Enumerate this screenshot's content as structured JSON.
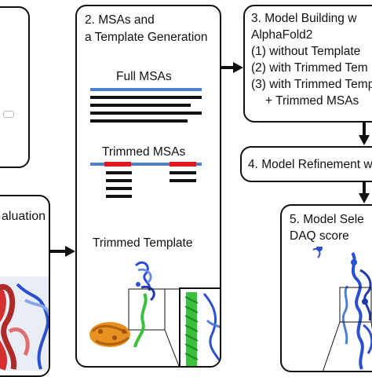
{
  "step2": {
    "title_line1": "2. MSAs and",
    "title_line2": "a Template Generation",
    "full_msas_label": "Full MSAs",
    "trimmed_msas_label": "Trimmed MSAs",
    "trimmed_template_label": "Trimmed Template"
  },
  "step3": {
    "title_line1": "3. Model Building w",
    "title_line2": "AlphaFold2",
    "option1": "(1) without Template",
    "option2": "(2) with Trimmed Tem",
    "option3": "(3) with Trimmed Temp",
    "option3_cont": "+ Trimmed MSAs"
  },
  "step4": {
    "label": "4. Model Refinement w"
  },
  "step5": {
    "title_line1": "5. Model Sele",
    "title_line2": "DAQ score"
  },
  "step1_partial": {
    "label": "aluation"
  },
  "colors": {
    "msa_blue": "#4f7fd0",
    "trim_red": "#e01a1a",
    "helix_green": "#3cbf3c",
    "helix_red": "#d43030"
  }
}
